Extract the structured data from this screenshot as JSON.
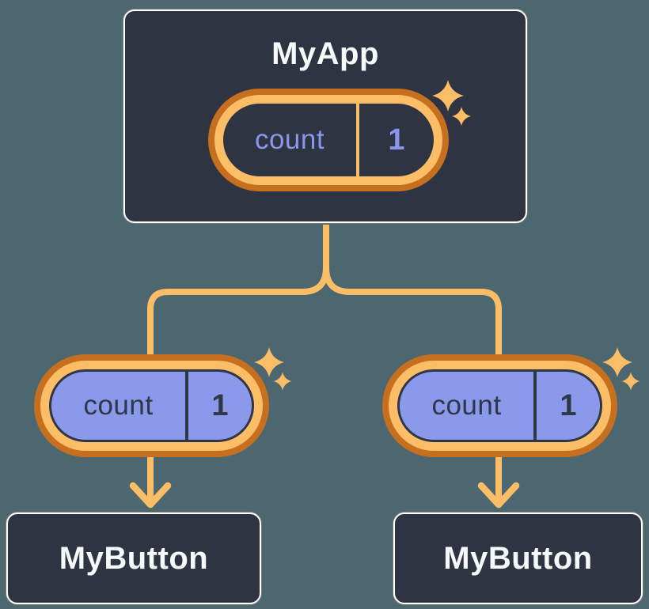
{
  "diagram": {
    "description": "Component tree with shared state passed down as props",
    "root": {
      "title": "MyApp",
      "state": {
        "label": "count",
        "value": "1"
      }
    },
    "children": [
      {
        "title": "MyButton",
        "prop": {
          "label": "count",
          "value": "1"
        }
      },
      {
        "title": "MyButton",
        "prop": {
          "label": "count",
          "value": "1"
        }
      }
    ]
  },
  "icons": {
    "sparkle": "four-point-star"
  },
  "colors": {
    "bg": "#4d6770",
    "node_fill": "#2e3442",
    "node_border": "#ffffff",
    "node_text": "#f7f8fa",
    "pill_fill": "#8a99ea",
    "pill_text_dark": "#2f3647",
    "pill_text_light": "#8897ec",
    "ring_light": "#fbbd66",
    "ring_dark": "#c66f1e",
    "connector": "#fbbd66",
    "sparkle": "#fbbd66"
  }
}
